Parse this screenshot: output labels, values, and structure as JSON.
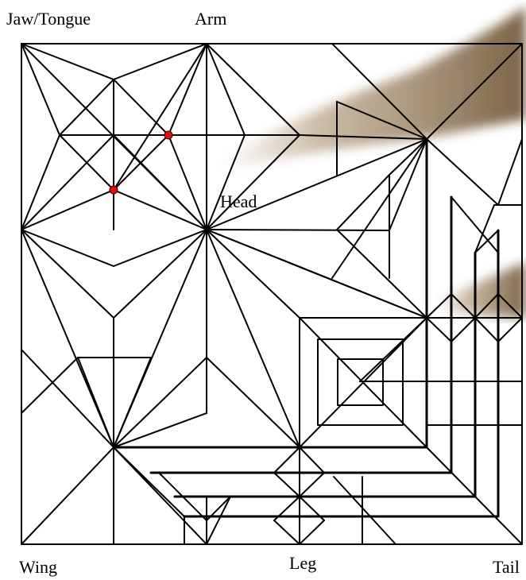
{
  "labels": {
    "jaw_tongue": "Jaw/Tongue",
    "arm": "Arm",
    "head": "Head",
    "wing": "Wing",
    "leg": "Leg",
    "tail": "Tail"
  },
  "colors": {
    "line": "#000000",
    "reference_point": "#e01010",
    "finger": "#8a6a3a",
    "background": "#ffffff"
  }
}
